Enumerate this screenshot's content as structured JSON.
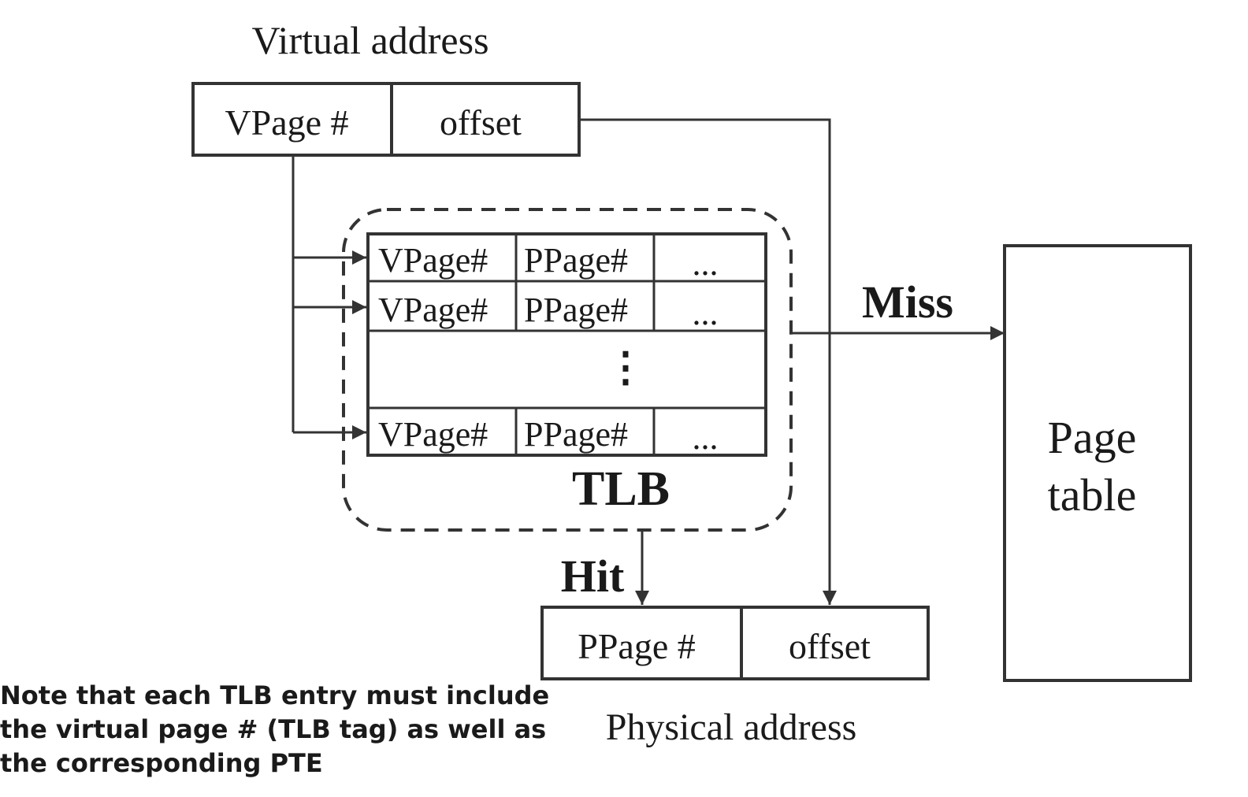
{
  "virtual_address": {
    "title": "Virtual address",
    "vpage_label": "VPage #",
    "offset_label": "offset"
  },
  "tlb": {
    "label": "TLB",
    "rows": [
      {
        "vpage": "VPage#",
        "ppage": "PPage#",
        "rest": "..."
      },
      {
        "vpage": "VPage#",
        "ppage": "PPage#",
        "rest": "..."
      },
      {
        "vpage": "VPage#",
        "ppage": "PPage#",
        "rest": "..."
      }
    ],
    "vertical_ellipsis": "⋮"
  },
  "miss_label": "Miss",
  "hit_label": "Hit",
  "page_table": {
    "line1": "Page",
    "line2": "table"
  },
  "physical_address": {
    "title": "Physical address",
    "ppage_label": "PPage #",
    "offset_label": "offset"
  },
  "note": "Note that each TLB entry must include the virtual page # (TLB tag) as well as the corresponding PTE",
  "colors": {
    "stroke": "#333333",
    "text": "#1a1a1a",
    "background": "#ffffff"
  }
}
